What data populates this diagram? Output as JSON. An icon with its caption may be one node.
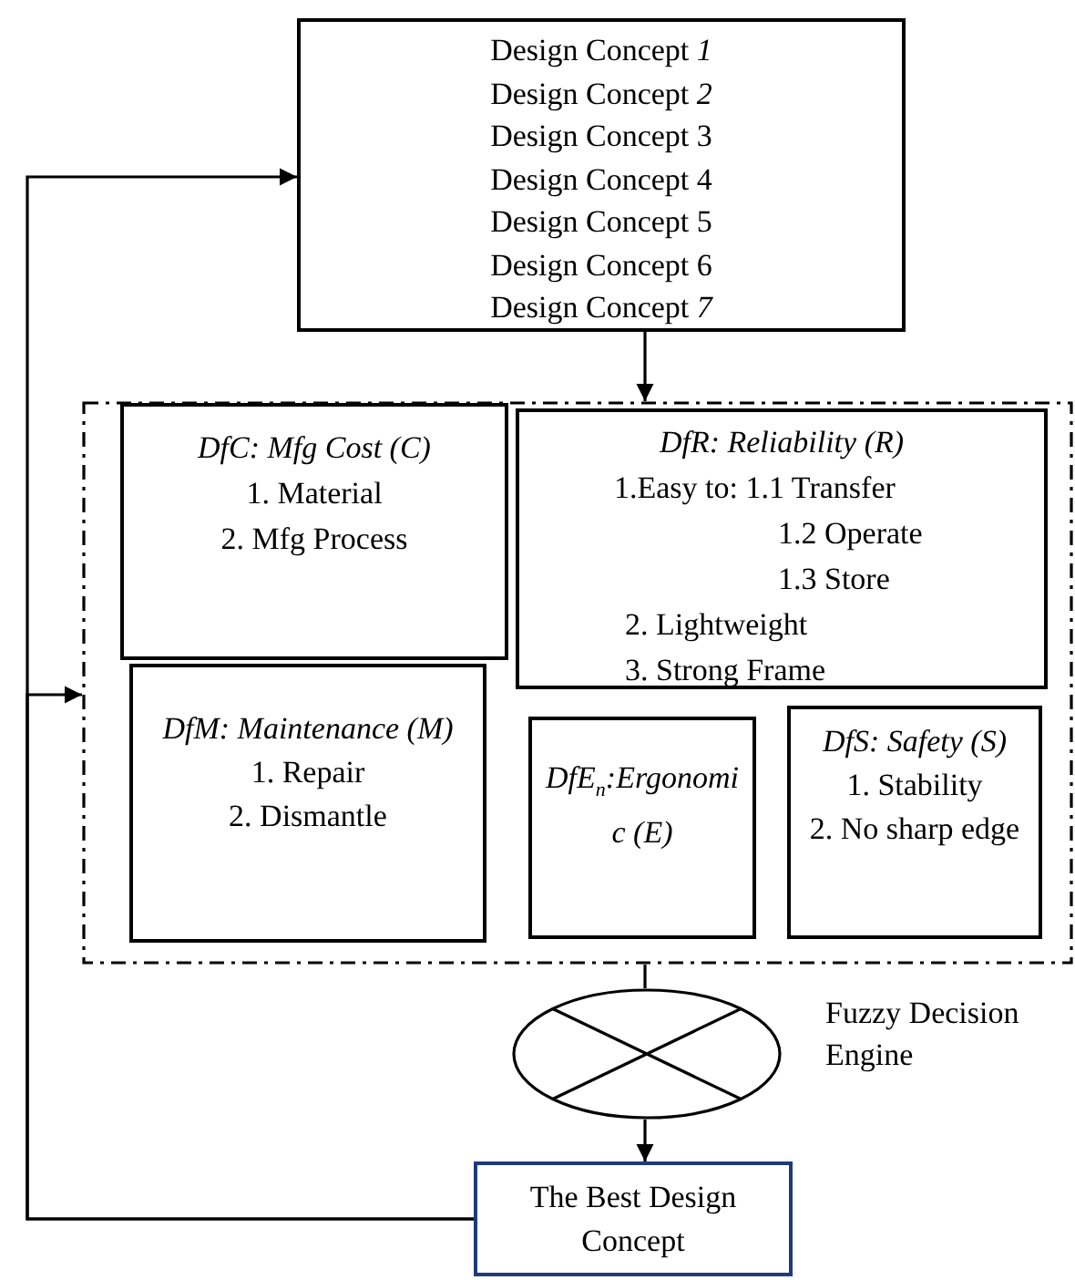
{
  "diagram": {
    "nodes": [
      {
        "text": [
          "Design Concept *1*",
          "Design Concept *2*",
          "Design Concept 3",
          "Design Concept 4",
          "Design Concept 5",
          "Design Concept 6",
          "Design Concept *7*"
        ]
      },
      {
        "text": [],
        "shape": "box"
      },
      {
        "text": [
          "DfC: Mfg Cost (C)",
          "1. Material",
          "2. Mfg Process"
        ],
        "in": 1
      },
      {
        "text": [
          "DfR: Reliability (R)",
          "1.Easy to: 1.1 Transfer",
          "1.2 Operate",
          "1.3 Store",
          "2. Lightweight",
          "3. Strong Frame"
        ],
        "in": 1
      },
      {
        "text": [
          "DfM: Maintenance (M)",
          "1. Repair",
          "2. Dismantle"
        ],
        "in": 1
      },
      {
        "text": [
          "DfE$_{n}$:Ergonomic (E)"
        ],
        "in": 1
      },
      {
        "text": [
          "DfS: Safety (S)",
          "1. Stability",
          "2. No sharp edge"
        ],
        "in": 1
      },
      {
        "text": [],
        "shape": "ellipse",
        "beside": [
          "Fuzzy Decision Engine"
        ]
      },
      {
        "text": [
          "The Best Design Concept"
        ]
      }
    ],
    "edges": [
      {
        "from": 0,
        "to": 1,
        "arrow": "to"
      },
      {
        "from": 1,
        "to": 7,
        "arrow": "none"
      },
      {
        "from": 7,
        "to": 8,
        "arrow": "to"
      },
      {
        "from": 8,
        "to": 0,
        "arrow": "to"
      },
      {
        "from": 8,
        "to": 1,
        "arrow": "to"
      }
    ]
  }
}
